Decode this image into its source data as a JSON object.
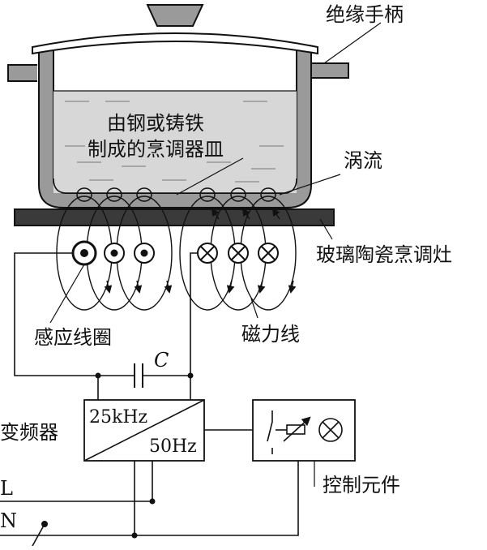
{
  "labels": {
    "insulated_handle": "绝缘手柄",
    "cookware_line1": "由钢或铸铁",
    "cookware_line2": "制成的烹调器皿",
    "eddy_current": "涡流",
    "glass_ceramic_cooktop": "玻璃陶瓷烹调灶",
    "induction_coil": "感应线圈",
    "magnetic_field_lines": "磁力线",
    "capacitor": "C",
    "frequency_converter": "变频器",
    "freq_high": "25kHz",
    "freq_low": "50Hz",
    "control_element": "控制元件",
    "line_L": "L",
    "line_N": "N"
  },
  "colors": {
    "ink": "#111111",
    "pot_wall": "#9a9a9a",
    "water": "#d7d7d7",
    "cooktop": "#3a3a3a",
    "lid": "#ffffff"
  },
  "icons": {
    "coil_current_out": "circle-dot-icon",
    "coil_current_in": "circle-cross-icon",
    "indicator_lamp": "lamp-cross-icon",
    "switch": "switch-icon",
    "variable_resistor": "variable-resistor-icon"
  }
}
